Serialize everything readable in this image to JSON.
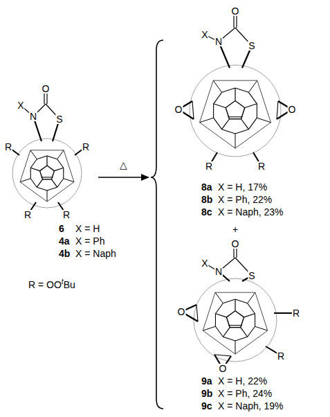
{
  "diagram": {
    "labels": [
      "O",
      "X",
      "N",
      "S",
      "R",
      "R",
      "R",
      "R",
      "6",
      "X = H",
      "4a",
      "X = Ph",
      "4b",
      "X = Naph",
      "R = OO",
      "t",
      "Bu",
      "△",
      "O",
      "X",
      "N",
      "S",
      "O",
      "O",
      "R",
      "R",
      "8a",
      "X = H, 17%",
      "8b",
      "X = Ph, 22%",
      "8c",
      "X = Naph, 23%",
      "+",
      "O",
      "X",
      "N",
      "S",
      "O",
      "O",
      "R",
      "R",
      "9a",
      "X = H, 22%",
      "9b",
      "X = Ph, 24%",
      "9c",
      "X = Naph, 19%"
    ]
  }
}
